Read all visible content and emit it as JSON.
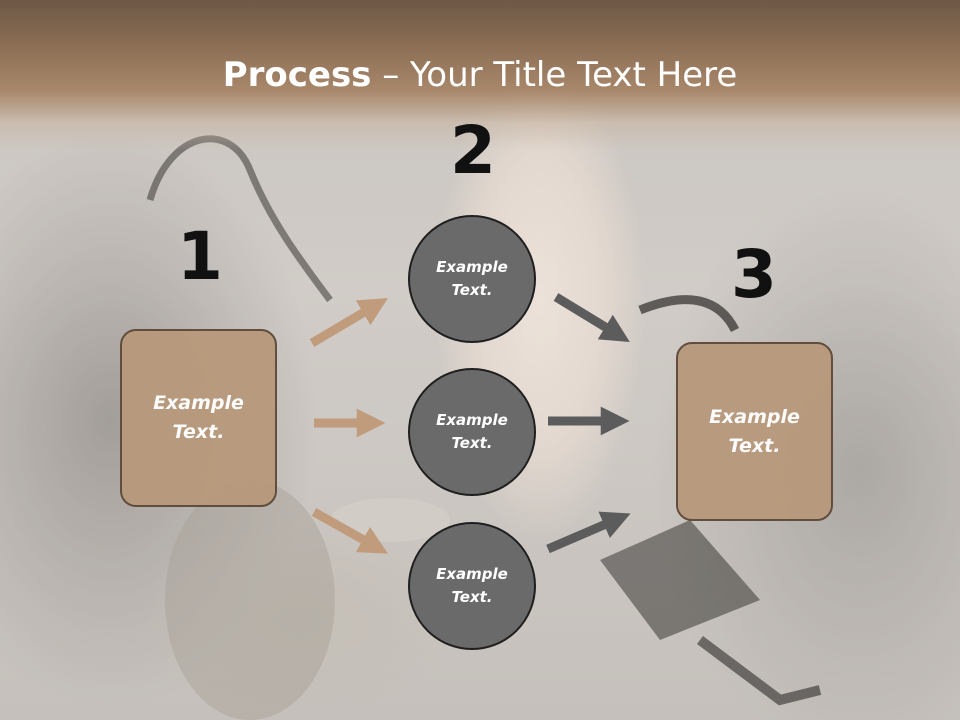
{
  "slide": {
    "title_bold": "Process",
    "title_rest": " – Your Title Text Here"
  },
  "steps": {
    "n1": "1",
    "n2": "2",
    "n3": "3"
  },
  "boxes": {
    "left": "Example\nText.",
    "right": "Example\nText."
  },
  "circles": [
    "Example\nText.",
    "Example\nText.",
    "Example\nText."
  ],
  "colors": {
    "header": "#866a51",
    "box_fill": "#b8997c",
    "circle_fill": "#6a6a6a",
    "arrow_tan": "#c09c7c",
    "arrow_gray": "#5c5c5c"
  }
}
